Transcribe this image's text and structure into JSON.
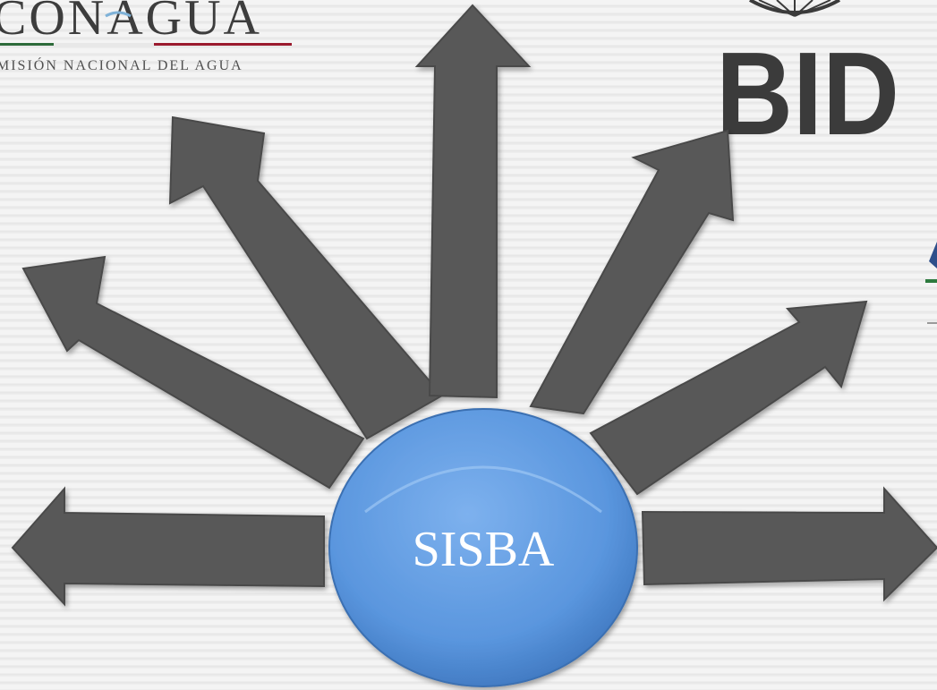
{
  "hub": {
    "label": "SISBA",
    "color": "#5a96de"
  },
  "logos": {
    "conagua": {
      "name": "CONAGUA",
      "subtitle": "MISIÓN NACIONAL DEL AGUA"
    },
    "bid": {
      "name": "BID"
    }
  },
  "arrows": [
    {
      "id": "arrow-left",
      "direction": "left"
    },
    {
      "id": "arrow-upper-left",
      "direction": "upper-left"
    },
    {
      "id": "arrow-up-left",
      "direction": "up-left"
    },
    {
      "id": "arrow-up",
      "direction": "up"
    },
    {
      "id": "arrow-up-right",
      "direction": "up-right"
    },
    {
      "id": "arrow-upper-right",
      "direction": "upper-right"
    },
    {
      "id": "arrow-right",
      "direction": "right"
    }
  ],
  "colors": {
    "arrow": "#595959",
    "hub": "#5a96de",
    "background": "#efefef"
  }
}
